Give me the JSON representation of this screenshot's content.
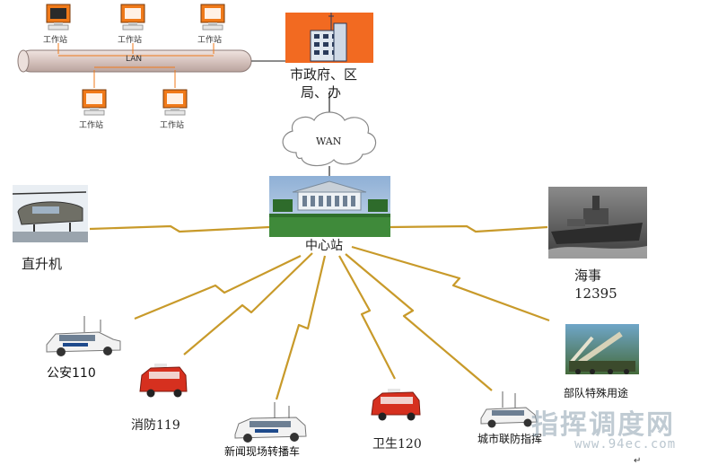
{
  "workstation_label": "工作站",
  "lan_label": "LAN",
  "wan_label": "WAN",
  "government_label_line1": "市政府、区",
  "government_label_line2": "局、办",
  "center_label": "中心站",
  "nodes": {
    "helicopter": "直升机",
    "maritime_line1": "海事",
    "maritime_line2": "12395",
    "police": "公安110",
    "fire": "消防119",
    "news": "新闻现场转播车",
    "health": "卫生120",
    "city": "城市联防指挥",
    "army": "部队特殊用途"
  },
  "watermark": {
    "brand": "指挥调度网",
    "url": "www.94ec.com"
  },
  "colors": {
    "lightning": "#c89a2a",
    "lan_tube": "#d9c7c2",
    "orange_panel": "#f26a21",
    "monitor_orange": "#f07a1a"
  }
}
